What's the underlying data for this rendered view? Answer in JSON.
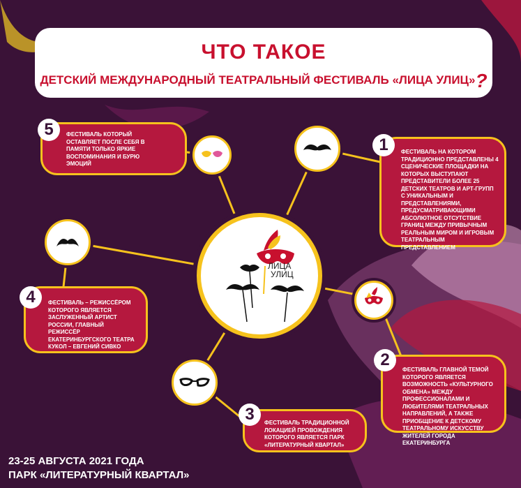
{
  "header": {
    "title": "ЧТО ТАКОЕ",
    "subtitle": "ДЕТСКИЙ МЕЖДУНАРОДНЫЙ ТЕАТРАЛЬНЫЙ ФЕСТИВАЛЬ «ЛИЦА УЛИЦ»",
    "question_mark": "?"
  },
  "logo": {
    "line1": "ЛИЦА",
    "line2": "УЛИЦ"
  },
  "facts": [
    {
      "number": "1",
      "text": "ФЕСТИВАЛЬ НА КОТОРОМ ТРАДИЦИОННО ПРЕДСТАВЛЕНЫ 4 СЦЕНИЧЕСКИЕ ПЛОЩАДКИ НА КОТОРЫХ ВЫСТУПАЮТ ПРЕДСТАВИТЕЛИ БОЛЕЕ 25 ДЕТСКИХ ТЕАТРОВ И АРТ-ГРУПП С УНИКАЛЬНЫМ И ПРЕДСТАВЛЕНИЯМИ, ПРЕДУСМАТРИВАЮЩИМИ АБСОЛЮТНОЕ ОТСУТСТВИЕ ГРАНИЦ МЕЖДУ ПРИВЫЧНЫМ РЕАЛЬНЫМ МИРОМ И ИГРОВЫМ ТЕАТРАЛЬНЫМ ПРЕДСТАВЛЕНИЕМ"
    },
    {
      "number": "2",
      "text": "ФЕСТИВАЛЬ ГЛАВНОЙ ТЕМОЙ КОТОРОГО ЯВЛЯЕТСЯ ВОЗМОЖНОСТЬ «КУЛЬТУРНОГО ОБМЕНА» МЕЖДУ ПРОФЕССИОНАЛАМИ И ЛЮБИТЕЛЯМИ ТЕАТРАЛЬНЫХ НАПРАВЛЕНИЙ, А ТАКЖЕ ПРИОБЩЕНИЕ К ДЕТСКОМУ ТЕАТРАЛЬНОМУ ИСКУССТВУ ЖИТЕЛЕЙ ГОРОДА ЕКАТЕРИНБУРГА"
    },
    {
      "number": "3",
      "text": "ФЕСТИВАЛЬ ТРАДИЦИОННОЙ ЛОКАЦИЕЙ ПРОВОЖДЕНИЯ КОТОРОГО ЯВЛЯЕТСЯ ПАРК «ЛИТЕРАТУРНЫЙ КВАРТАЛ»"
    },
    {
      "number": "4",
      "text": "ФЕСТИВАЛЬ – РЕЖИССЁРОМ КОТОРОГО ЯВЛЯЕТСЯ ЗАСЛУЖЕННЫЙ АРТИСТ РОССИИ, ГЛАВНЫЙ РЕЖИССЁР ЕКАТЕРИНБУРГСКОГО ТЕАТРА КУКОЛ – ЕВГЕНИЙ СИВКО"
    },
    {
      "number": "5",
      "text": "ФЕСТИВАЛЬ КОТОРЫЙ ОСТАВЛЯЕТ ПОСЛЕ СЕБЯ В ПАМЯТИ ТОЛЬКО ЯРКИЕ ВОСПОМИНАНИЯ И БУРЮ ЭМОЦИЙ"
    }
  ],
  "footer": {
    "dates": "23-25 АВГУСТА 2021 ГОДА",
    "place": "ПАРК «ЛИТЕРАТУРНЫЙ КВАРТАЛ»"
  },
  "colors": {
    "background": "#3a1237",
    "card": "#b5183e",
    "accent": "#f6c21d",
    "title": "#c8102e"
  }
}
